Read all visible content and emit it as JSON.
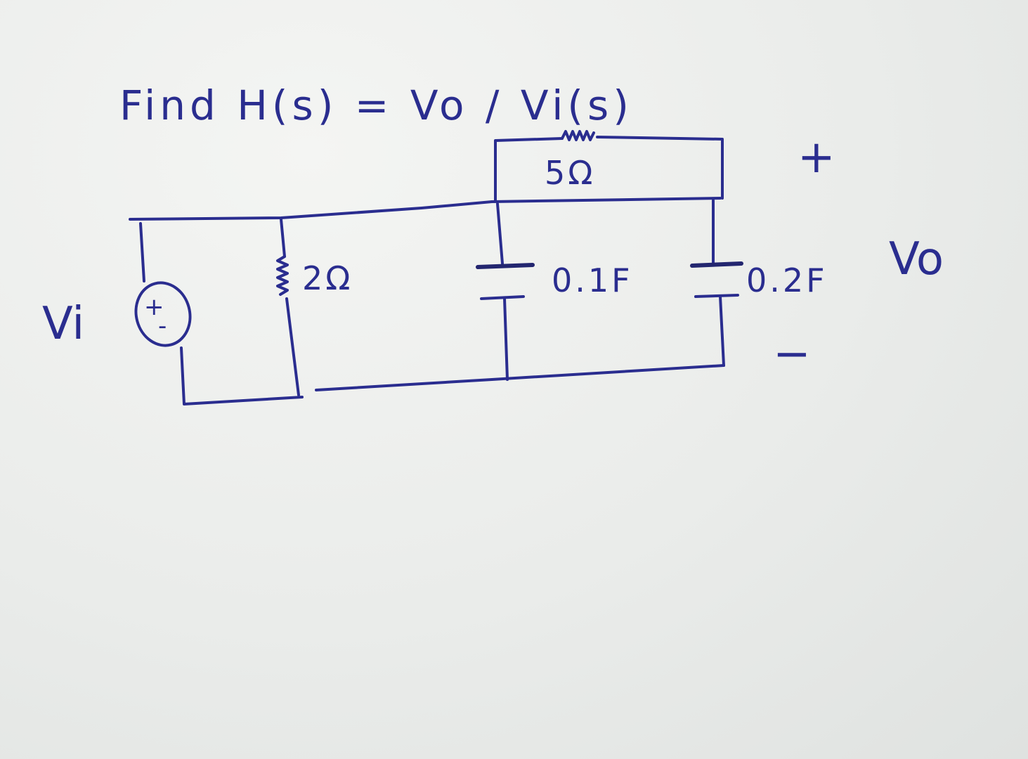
{
  "title": "Find H(s) = Vo / Vi(s)",
  "colors": {
    "ink": "#2a2d8f",
    "paper": "#ebedeb"
  },
  "components": {
    "source": {
      "label": "Vi",
      "polarity_plus": "+",
      "polarity_minus": "-"
    },
    "r_shunt": {
      "label": "2Ω"
    },
    "r_series": {
      "label": "5Ω"
    },
    "c1": {
      "label": "0.1F"
    },
    "c2": {
      "label": "0.2F"
    }
  },
  "output": {
    "label": "Vo",
    "plus": "+",
    "minus": "−"
  }
}
